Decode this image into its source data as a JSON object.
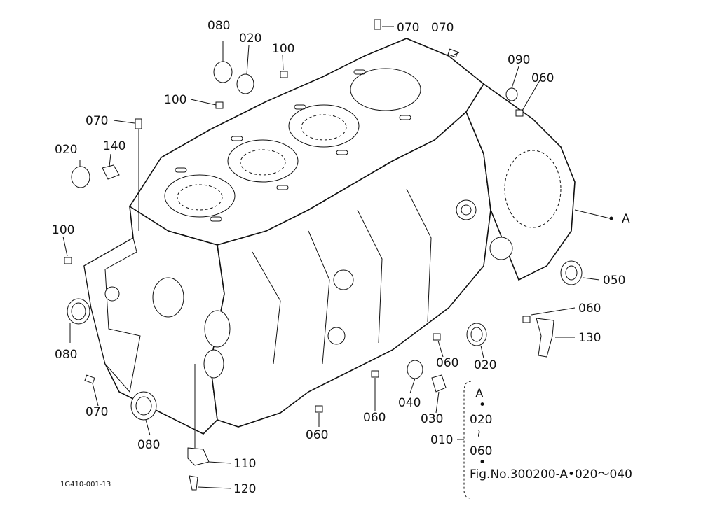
{
  "drawing_code": "1G410-001-13",
  "callouts": {
    "c080_top": "080",
    "c020_top": "020",
    "c100_top": "100",
    "c070_top1": "070",
    "c070_top2": "070",
    "c090": "090",
    "c060_right_top": "060",
    "c100_left": "100",
    "c070_left": "070",
    "c020_left": "020",
    "c140": "140",
    "c100_side": "100",
    "cA": "A",
    "c050": "050",
    "c060_mid": "060",
    "c130": "130",
    "c080_left": "080",
    "c020_bottom": "020",
    "c060_b1": "060",
    "c070_bottom": "070",
    "c040": "040",
    "c060_b2": "060",
    "c030": "030",
    "c080_bottom": "080",
    "c060_b3": "060",
    "c110": "110",
    "c120": "120"
  },
  "group": {
    "main": "010",
    "items": [
      "A",
      "•",
      "020",
      "≀",
      "060",
      "•"
    ],
    "ref": "Fig.No.300200-A•020～040"
  }
}
